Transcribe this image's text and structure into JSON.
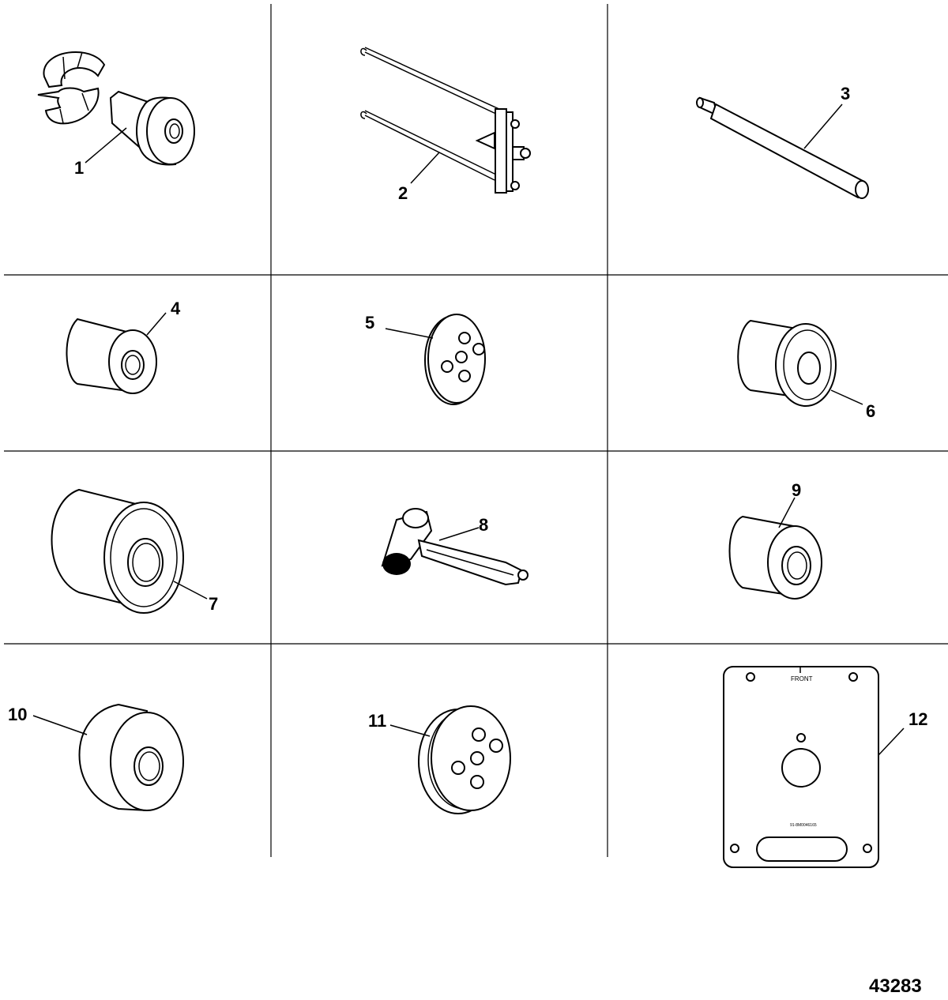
{
  "figure_id": "43283",
  "callouts": [
    "1",
    "2",
    "3",
    "4",
    "5",
    "6",
    "7",
    "8",
    "9",
    "10",
    "11",
    "12"
  ],
  "plate_labels": {
    "front": "FRONT",
    "part_number": "91-8M0046165"
  }
}
